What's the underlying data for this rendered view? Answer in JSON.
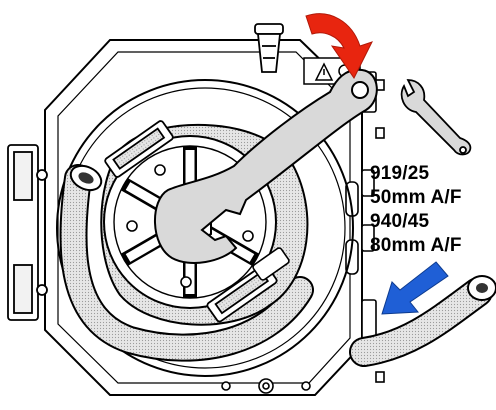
{
  "labels": {
    "spec_lines": [
      "919/25",
      "50mm A/F",
      "940/45",
      "80mm A/F"
    ]
  },
  "icons": {
    "rotation_arrow": "curved-arrow-icon",
    "flow_arrow": "arrow-down-left-icon",
    "tool": "open-end-wrench-icon",
    "warning": "warning-triangle-icon"
  },
  "colors": {
    "rotation_arrow": "#e8250f",
    "flow_arrow": "#1f5fd6",
    "hose": "#b8b8b8",
    "wrench": "#d9d9d9",
    "line": "#000000",
    "background": "#ffffff"
  }
}
